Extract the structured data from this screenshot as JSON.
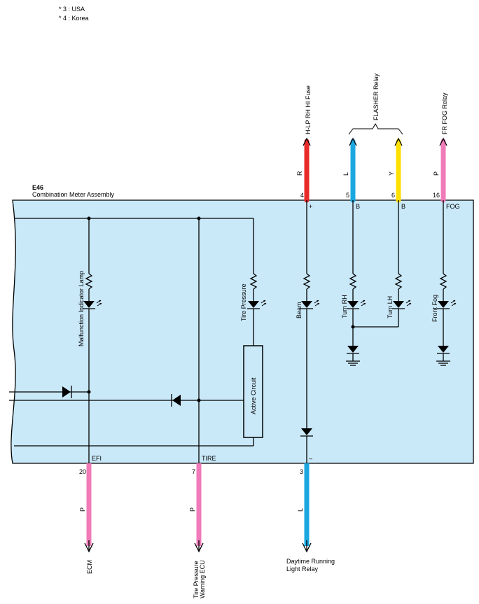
{
  "notes": [
    "* 3 : USA",
    "* 4 : Korea"
  ],
  "connector": {
    "id": "E46",
    "name": "Combination Meter Assembly"
  },
  "colors": {
    "panel": "#c9e8f8",
    "R": "#e82a2a",
    "L": "#1aa7e0",
    "Y": "#ffe000",
    "P": "#f07bb8"
  },
  "top_wires": [
    {
      "pin": "4",
      "color_code": "R",
      "dest": "H-LP RH HI Fuse",
      "terminal": "+"
    },
    {
      "pin": "5",
      "color_code": "L",
      "dest": "",
      "terminal": "B"
    },
    {
      "pin": "6",
      "color_code": "Y",
      "dest": "",
      "terminal": "B"
    },
    {
      "pin": "16",
      "color_code": "P",
      "dest": "FR FOG Relay",
      "terminal": "FOG"
    }
  ],
  "flasher_relay": "FLASHER Relay",
  "lamps": {
    "mil": "Malfunction Indicator Lamp",
    "tire": "Tire Pressure",
    "beam": "Beam",
    "turn_rh": "Turn RH",
    "turn_lh": "Turn LH",
    "front_fog": "Front Fog"
  },
  "active_circuit": "Active Circuit",
  "bottom_wires": [
    {
      "pin": "20",
      "terminal": "EFI",
      "color_code": "P",
      "dest": "ECM"
    },
    {
      "pin": "7",
      "terminal": "TIRE",
      "color_code": "P",
      "dest_lines": [
        "Tire Pressure",
        "Warning ECU"
      ]
    },
    {
      "pin": "3",
      "terminal": "–",
      "color_code": "L",
      "dest_lines": [
        "Daytime Running",
        "Light Relay"
      ]
    }
  ]
}
